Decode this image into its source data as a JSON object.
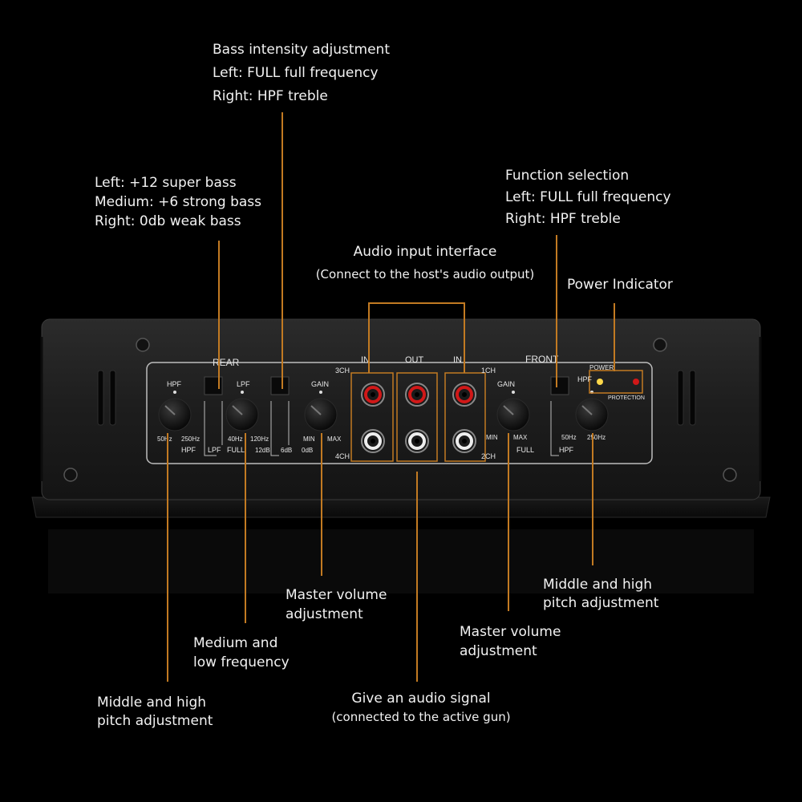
{
  "annotations": {
    "bass_intensity": [
      "Bass intensity adjustment",
      "Left: FULL full frequency",
      "Right: HPF treble"
    ],
    "bass_boost": [
      "Left: +12 super bass",
      "Medium: +6 strong bass",
      "Right: 0db weak bass"
    ],
    "function_selection": [
      "Function selection",
      "Left: FULL full frequency",
      "Right: HPF treble"
    ],
    "audio_input": [
      "Audio input interface",
      "(Connect to the host's audio output)"
    ],
    "power_indicator": "Power Indicator",
    "rear_master_volume": [
      "Master volume",
      "adjustment"
    ],
    "front_midhigh": [
      "Middle and high",
      "pitch adjustment"
    ],
    "medium_low": [
      "Medium and",
      "low frequency"
    ],
    "front_master_volume": [
      "Master volume",
      "adjustment"
    ],
    "audio_signal": [
      "Give an audio signal",
      "(connected to the active gun)"
    ],
    "rear_midhigh": [
      "Middle and high",
      "pitch adjustment"
    ]
  },
  "panel": {
    "rear": "REAR",
    "front": "FRONT",
    "in_left": "IN",
    "out": "OUT",
    "in_right": "IN",
    "ch3": "3CH",
    "ch4": "4CH",
    "ch1": "1CH",
    "ch2": "2CH",
    "hpf": "HPF",
    "hz50": "50Hz",
    "hz250": "250Hz",
    "hpf_bottom": "HPF",
    "lpf_switch": "LPF",
    "lpf": "LPF",
    "hz40": "40Hz",
    "hz120": "120Hz",
    "full_switch": "FULL",
    "db12": "12dB",
    "db6": "6dB",
    "db0": "0dB",
    "gain": "GAIN",
    "min": "MIN",
    "max": "MAX",
    "gain_right": "GAIN",
    "min_right": "MIN",
    "max_right": "MAX",
    "full_right": "FULL",
    "hpf_right": "HPF",
    "hz50_right": "50Hz",
    "hz250_right": "250Hz",
    "hpf_right_bottom": "HPF",
    "power": "POWER",
    "protection": "PROTECTION"
  }
}
